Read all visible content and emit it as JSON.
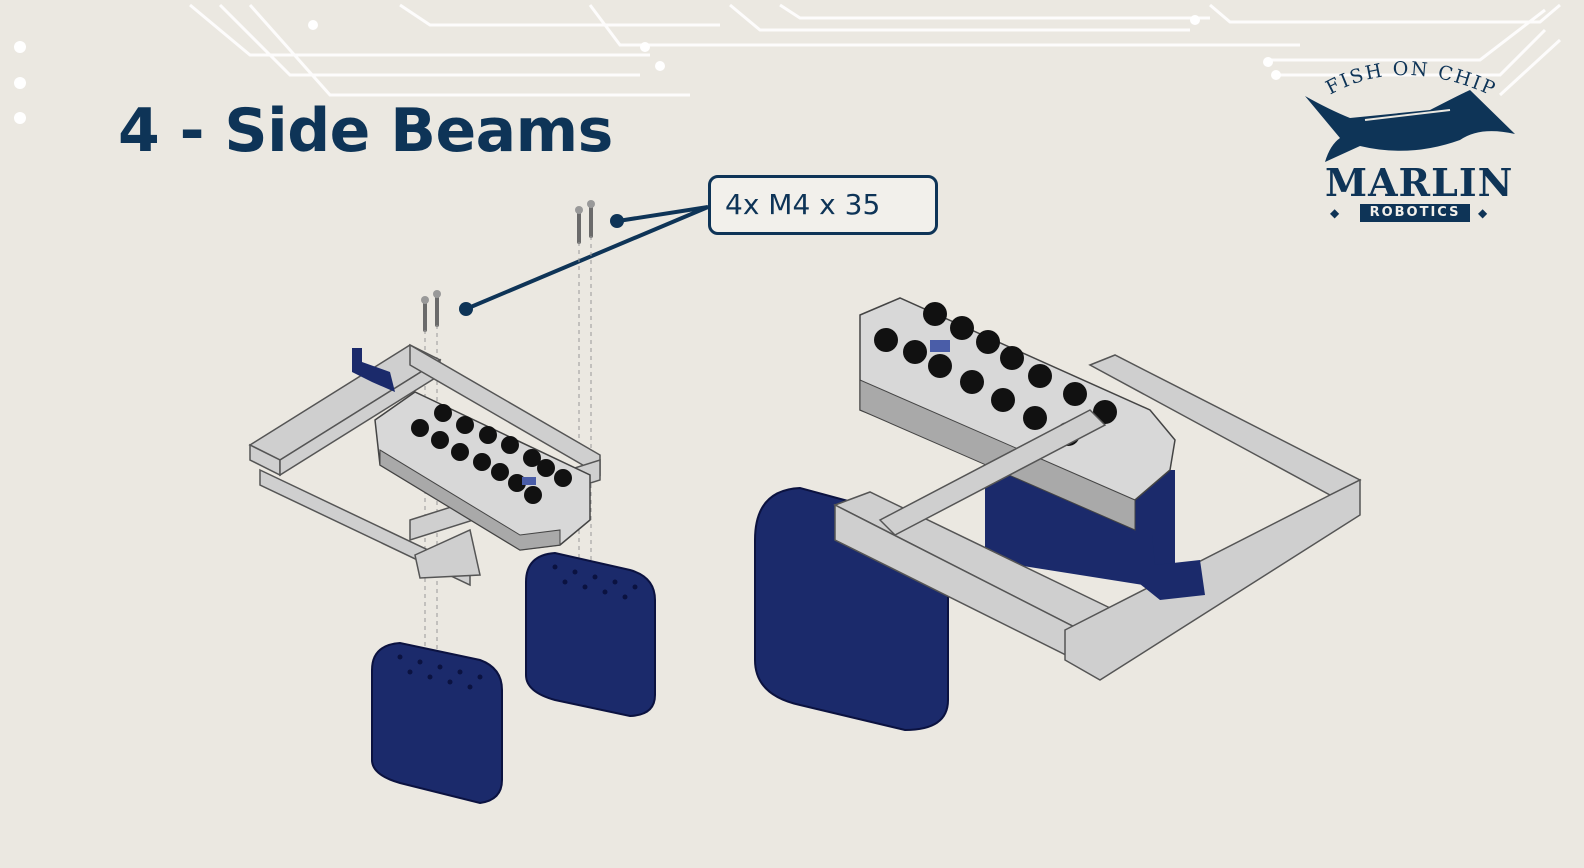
{
  "slide": {
    "title": "4 - Side Beams",
    "callout": {
      "label": "4x M4 x 35"
    },
    "logo": {
      "arc_text": "FISH ON CHIPS",
      "name": "MARLIN",
      "subtitle": "ROBOTICS"
    }
  },
  "colors": {
    "background": "#ebe8e1",
    "navy": "#0e3457",
    "frame": "#c9c9c9",
    "foam": "#1b2a6b"
  },
  "icons": [
    "marlin-fish-icon",
    "circuit-trace-decoration"
  ]
}
